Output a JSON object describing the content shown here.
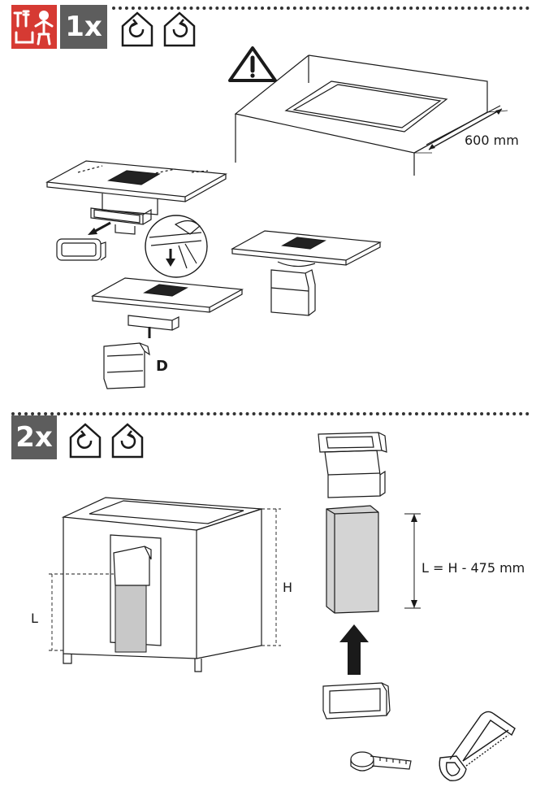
{
  "step1": {
    "count_label": "1x",
    "icons": [
      "installer-tools-icon",
      "rotate-counterclockwise-house-icon",
      "rotate-clockwise-house-icon",
      "warning-triangle-icon"
    ],
    "dimension_label": "600 mm",
    "part_label": "D"
  },
  "step2": {
    "count_label": "2x",
    "icons": [
      "rotate-counterclockwise-house-icon",
      "rotate-clockwise-house-icon",
      "up-arrow-icon",
      "tape-measure-icon",
      "hacksaw-icon"
    ],
    "height_label": "H",
    "length_label": "L",
    "formula_label": "L = H - 475 mm"
  },
  "colors": {
    "installer_badge": "#d63a33",
    "count_badge": "#5d5d5d",
    "line": "#1a1a1a"
  }
}
